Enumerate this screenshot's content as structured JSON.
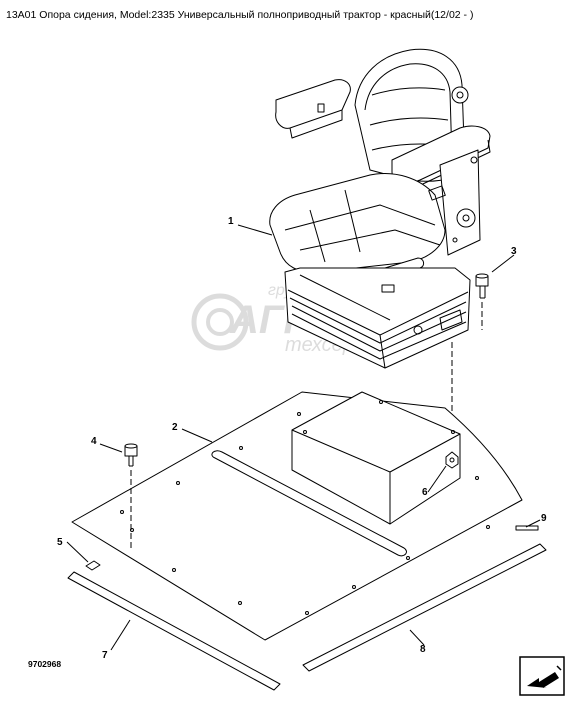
{
  "header": {
    "title": "13A01 Опора сидения, Model:2335 Универсальный полноприводный трактор - красный(12/02 - )"
  },
  "drawing": {
    "ref_number": "9702968",
    "callouts": [
      "1",
      "2",
      "3",
      "4",
      "5",
      "6",
      "7",
      "8",
      "9"
    ]
  },
  "watermark": {
    "brand_line_top": "группа компаний",
    "brand_name": "АГРО",
    "brand_line_bottom": "техсервис"
  },
  "colors": {
    "line": "#000000",
    "background": "#ffffff",
    "watermark": "#444444"
  },
  "nav": {
    "icon": "arrow-icon"
  }
}
